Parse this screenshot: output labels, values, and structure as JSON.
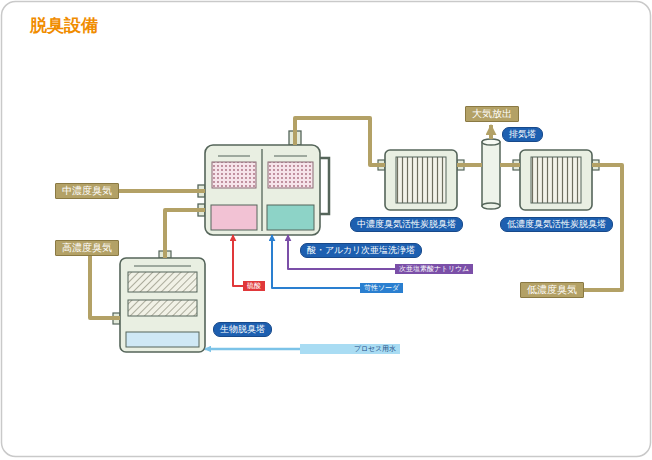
{
  "diagram": {
    "title": "脱臭設備",
    "nodes": [
      {
        "text": [
          "中濃度臭気"
        ]
      },
      {
        "text": [
          "高濃度臭気"
        ]
      },
      {
        "text": [
          "酸・アルカリ次亜塩洗浄塔"
        ]
      },
      {
        "text": [
          "中濃度臭気活性炭脱臭塔"
        ]
      },
      {
        "text": [
          "排気塔"
        ]
      },
      {
        "text": [
          "低濃度臭気活性炭脱臭塔"
        ]
      },
      {
        "text": [
          "低濃度臭気"
        ]
      },
      {
        "text": [
          "硫酸"
        ]
      },
      {
        "text": [
          "次亜塩素酸ナトリウム"
        ]
      },
      {
        "text": [
          "苛性ソーダ"
        ]
      },
      {
        "text": [
          "生物脱臭塔"
        ]
      },
      {
        "text": [
          "プロセス用水"
        ]
      }
    ],
    "edges": [
      {
        "from": 0,
        "to": 2,
        "arrow": "none"
      },
      {
        "from": 1,
        "to": 10,
        "arrow": "none"
      },
      {
        "from": 10,
        "to": 2,
        "arrow": "none"
      },
      {
        "from": 2,
        "to": 3,
        "arrow": "none"
      },
      {
        "from": 3,
        "to": 4,
        "arrow": "none"
      },
      {
        "from": 5,
        "to": 4,
        "arrow": "none"
      },
      {
        "from": 6,
        "to": 5,
        "arrow": "none"
      },
      {
        "from": 7,
        "to": 2,
        "arrow": "to"
      },
      {
        "from": 8,
        "to": 2,
        "arrow": "to"
      },
      {
        "from": 9,
        "to": 2,
        "arrow": "to"
      },
      {
        "from": 11,
        "to": 10,
        "arrow": "to"
      }
    ],
    "labels": [
      "大気放出"
    ]
  }
}
